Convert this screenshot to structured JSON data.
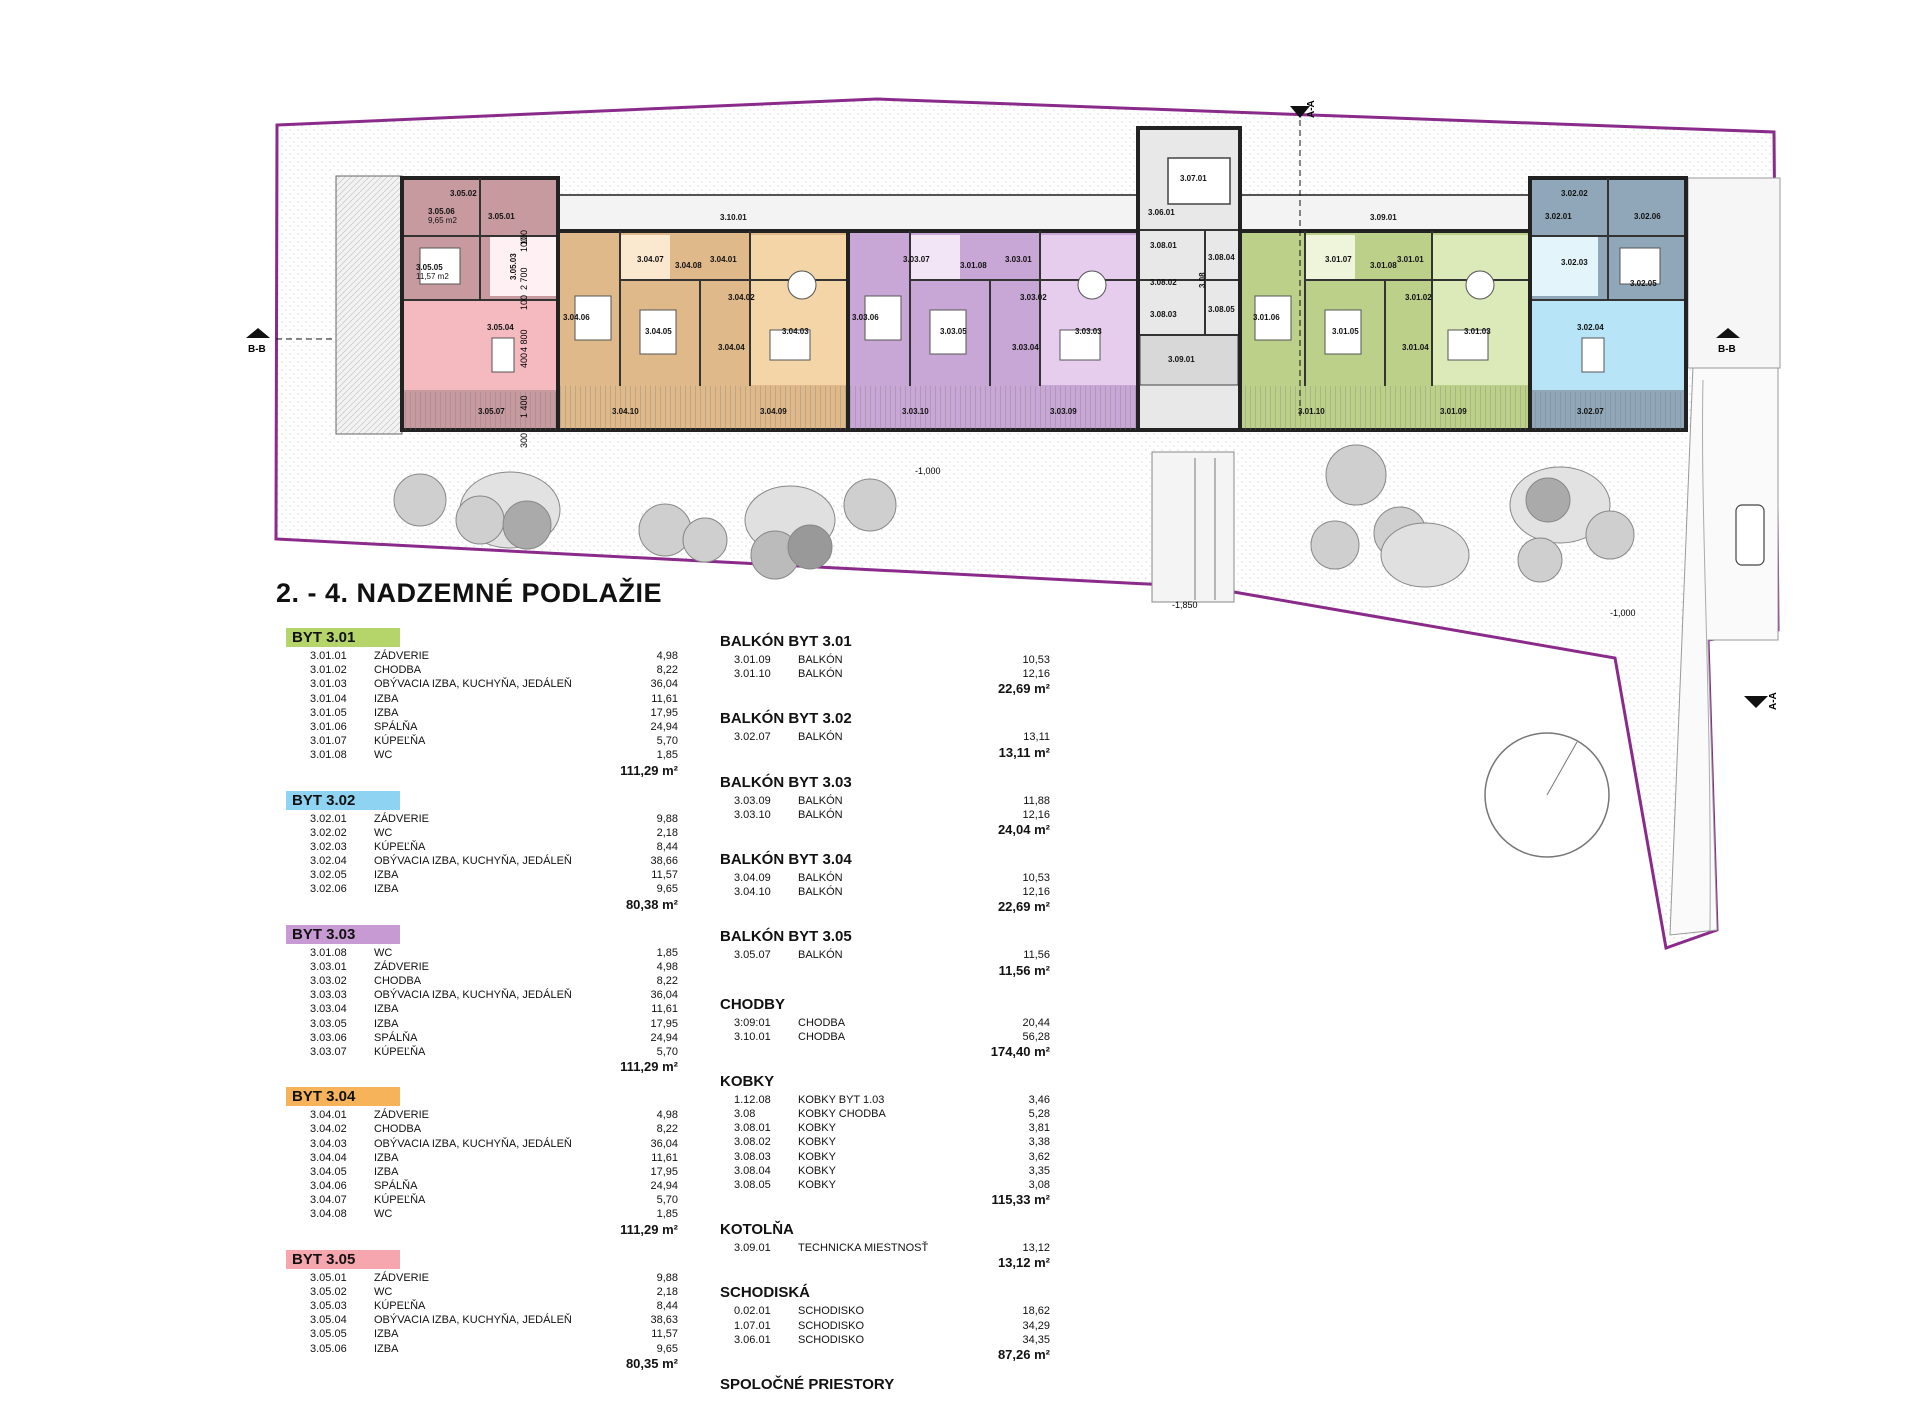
{
  "title": "2. - 4. NADZEMNÉ PODLAŽIE",
  "colors": {
    "byt_301": "#b5d46a",
    "byt_302": "#8fd3f2",
    "byt_303": "#c79ad4",
    "byt_304": "#f7b35a",
    "byt_305": "#f5a6ae",
    "plot_outline": "#8a2a8a"
  },
  "plan": {
    "section_marker_a": "A-A",
    "section_marker_b": "B-B",
    "levels": [
      "-1,000",
      "-1,850",
      "-1,000"
    ],
    "dimensions": [
      "2 700",
      "100",
      "100",
      "100",
      "400",
      "4 800",
      "1 400",
      "300"
    ],
    "rooms": {
      "r30502": "3.05.02",
      "r30501": "3.05.01",
      "r30506": "3.05.06",
      "r30506a": "9,65 m2",
      "r30505": "3.05.05",
      "r30505a": "11,57 m2",
      "r30503": "3.05.03",
      "r30504": "3.05.04",
      "r30507": "3.05.07",
      "r31001": "3.10.01",
      "r30406": "3.04.06",
      "r30407": "3.04.07",
      "r30408": "3.04.08",
      "r30401": "3.04.01",
      "r30402": "3.04.02",
      "r30405": "3.04.05",
      "r30404": "3.04.04",
      "r30403": "3.04.03",
      "r30410": "3.04.10",
      "r30409": "3.04.09",
      "r30306": "3.03.06",
      "r30307": "3.03.07",
      "r30308": "3.01.08",
      "r30301": "3.03.01",
      "r30302": "3.03.02",
      "r30305": "3.03.05",
      "r30304": "3.03.04",
      "r30303": "3.03.03",
      "r30310": "3.03.10",
      "r30309": "3.03.09",
      "r30701": "3.07.01",
      "r30601": "3.06.01",
      "r30801": "3.08.01",
      "r30802": "3.08.02",
      "r30803": "3.08.03",
      "r30804": "3.08.04",
      "r308": "3.08",
      "r30805": "3.08.05",
      "r30901": "3.09.01",
      "r30901b": "3.09.01",
      "r30106": "3.01.06",
      "r30107": "3.01.07",
      "r30108": "3.01.08",
      "r30101": "3.01.01",
      "r30102": "3.01.02",
      "r30105": "3.01.05",
      "r30104": "3.01.04",
      "r30103": "3.01.03",
      "r30110": "3.01.10",
      "r30109": "3.01.09",
      "r30202": "3.02.02",
      "r30201": "3.02.01",
      "r30206": "3.02.06",
      "r30203": "3.02.03",
      "r30205": "3.02.05",
      "r30204": "3.02.04",
      "r30207": "3.02.07"
    }
  },
  "left_column": [
    {
      "name": "BYT 3.01",
      "color_key": "byt_301",
      "rows": [
        [
          "3.01.01",
          "ZÁDVERIE",
          "4,98"
        ],
        [
          "3.01.02",
          "CHODBA",
          "8,22"
        ],
        [
          "3.01.03",
          "OBÝVACIA IZBA, KUCHYŇA, JEDÁLEŇ",
          "36,04"
        ],
        [
          "3.01.04",
          "IZBA",
          "11,61"
        ],
        [
          "3.01.05",
          "IZBA",
          "17,95"
        ],
        [
          "3.01.06",
          "SPÁLŇA",
          "24,94"
        ],
        [
          "3.01.07",
          "KÚPEĽŇA",
          "5,70"
        ],
        [
          "3.01.08",
          "WC",
          "1,85"
        ]
      ],
      "total": "111,29 m²"
    },
    {
      "name": "BYT 3.02",
      "color_key": "byt_302",
      "rows": [
        [
          "3.02.01",
          "ZÁDVERIE",
          "9,88"
        ],
        [
          "3.02.02",
          "WC",
          "2,18"
        ],
        [
          "3.02.03",
          "KÚPEĽŇA",
          "8,44"
        ],
        [
          "3.02.04",
          "OBÝVACIA IZBA, KUCHYŇA, JEDÁLEŇ",
          "38,66"
        ],
        [
          "3.02.05",
          "IZBA",
          "11,57"
        ],
        [
          "3.02.06",
          "IZBA",
          "9,65"
        ]
      ],
      "total": "80,38 m²"
    },
    {
      "name": "BYT 3.03",
      "color_key": "byt_303",
      "rows": [
        [
          "3.01.08",
          "WC",
          "1,85"
        ],
        [
          "3.03.01",
          "ZÁDVERIE",
          "4,98"
        ],
        [
          "3.03.02",
          "CHODBA",
          "8,22"
        ],
        [
          "3.03.03",
          "OBÝVACIA IZBA, KUCHYŇA, JEDÁLEŇ",
          "36,04"
        ],
        [
          "3.03.04",
          "IZBA",
          "11,61"
        ],
        [
          "3.03.05",
          "IZBA",
          "17,95"
        ],
        [
          "3.03.06",
          "SPÁLŇA",
          "24,94"
        ],
        [
          "3.03.07",
          "KÚPEĽŇA",
          "5,70"
        ]
      ],
      "total": "111,29 m²"
    },
    {
      "name": "BYT 3.04",
      "color_key": "byt_304",
      "rows": [
        [
          "3.04.01",
          "ZÁDVERIE",
          "4,98"
        ],
        [
          "3.04.02",
          "CHODBA",
          "8,22"
        ],
        [
          "3.04.03",
          "OBÝVACIA IZBA, KUCHYŇA, JEDÁLEŇ",
          "36,04"
        ],
        [
          "3.04.04",
          "IZBA",
          "11,61"
        ],
        [
          "3.04.05",
          "IZBA",
          "17,95"
        ],
        [
          "3.04.06",
          "SPÁLŇA",
          "24,94"
        ],
        [
          "3.04.07",
          "KÚPEĽŇA",
          "5,70"
        ],
        [
          "3.04.08",
          "WC",
          "1,85"
        ]
      ],
      "total": "111,29 m²"
    },
    {
      "name": "BYT 3.05",
      "color_key": "byt_305",
      "rows": [
        [
          "3.05.01",
          "ZÁDVERIE",
          "9,88"
        ],
        [
          "3.05.02",
          "WC",
          "2,18"
        ],
        [
          "3.05.03",
          "KÚPEĽŇA",
          "8,44"
        ],
        [
          "3.05.04",
          "OBÝVACIA IZBA, KUCHYŇA, JEDÁLEŇ",
          "38,63"
        ],
        [
          "3.05.05",
          "IZBA",
          "11,57"
        ],
        [
          "3.05.06",
          "IZBA",
          "9,65"
        ]
      ],
      "total": "80,35 m²"
    }
  ],
  "right_column": [
    {
      "name": "BALKÓN BYT 3.01",
      "rows": [
        [
          "3.01.09",
          "BALKÓN",
          "10,53"
        ],
        [
          "3.01.10",
          "BALKÓN",
          "12,16"
        ]
      ],
      "total": "22,69 m²"
    },
    {
      "name": "BALKÓN BYT 3.02",
      "rows": [
        [
          "3.02.07",
          "BALKÓN",
          "13,11"
        ]
      ],
      "total": "13,11 m²"
    },
    {
      "name": "BALKÓN BYT 3.03",
      "rows": [
        [
          "3.03.09",
          "BALKÓN",
          "11,88"
        ],
        [
          "3.03.10",
          "BALKÓN",
          "12,16"
        ]
      ],
      "total": "24,04 m²"
    },
    {
      "name": "BALKÓN BYT 3.04",
      "rows": [
        [
          "3.04.09",
          "BALKÓN",
          "10,53"
        ],
        [
          "3.04.10",
          "BALKÓN",
          "12,16"
        ]
      ],
      "total": "22,69 m²"
    },
    {
      "name": "BALKÓN BYT 3.05",
      "rows": [
        [
          "3.05.07",
          "BALKÓN",
          "11,56"
        ]
      ],
      "total": "11,56 m²"
    },
    {
      "name": "CHODBY",
      "rows": [
        [
          "3:09:01",
          "CHODBA",
          "20,44"
        ],
        [
          "3.10.01",
          "CHODBA",
          "56,28"
        ]
      ],
      "total": "174,40 m²"
    },
    {
      "name": "KOBKY",
      "rows": [
        [
          "1.12.08",
          "KOBKY BYT 1.03",
          "3,46"
        ],
        [
          "3.08",
          "KOBKY CHODBA",
          "5,28"
        ],
        [
          "3.08.01",
          "KOBKY",
          "3,81"
        ],
        [
          "3.08.02",
          "KOBKY",
          "3,38"
        ],
        [
          "3.08.03",
          "KOBKY",
          "3,62"
        ],
        [
          "3.08.04",
          "KOBKY",
          "3,35"
        ],
        [
          "3.08.05",
          "KOBKY",
          "3,08"
        ]
      ],
      "total": "115,33 m²"
    },
    {
      "name": "KOTOLŇA",
      "rows": [
        [
          "3.09.01",
          "TECHNICKA MIESTNOSŤ",
          "13,12"
        ]
      ],
      "total": "13,12 m²"
    },
    {
      "name": "SCHODISKÁ",
      "rows": [
        [
          "0.02.01",
          "SCHODISKO",
          "18,62"
        ],
        [
          "1.07.01",
          "SCHODISKO",
          "34,29"
        ],
        [
          "3.06.01",
          "SCHODISKO",
          "34,35"
        ]
      ],
      "total": "87,26 m²"
    },
    {
      "name": "SPOLOČNÉ PRIESTORY",
      "rows": [],
      "total": ""
    }
  ]
}
